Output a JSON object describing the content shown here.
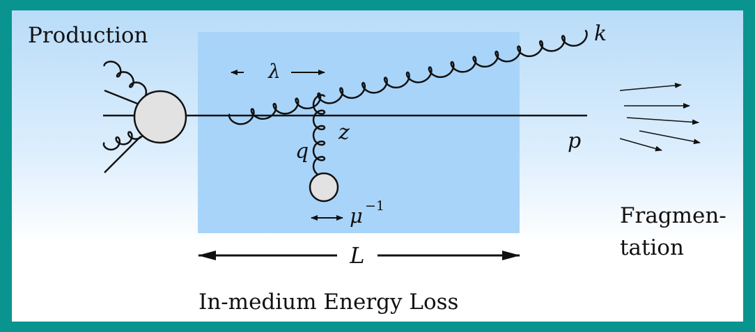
{
  "labels": {
    "production": "Production",
    "k": "k",
    "lambda": "λ",
    "z": "z",
    "q": "q",
    "p": "p",
    "mu_base": "μ",
    "mu_exp": "−1",
    "L": "L",
    "fragmentation_line1": "Fragmen-",
    "fragmentation_line2": "tation",
    "caption": "In-medium Energy Loss"
  },
  "colors": {
    "frame": "#0a9490",
    "medium": "#a9d4f9",
    "vertex_fill": "#e2e2e2",
    "line": "#111111"
  }
}
